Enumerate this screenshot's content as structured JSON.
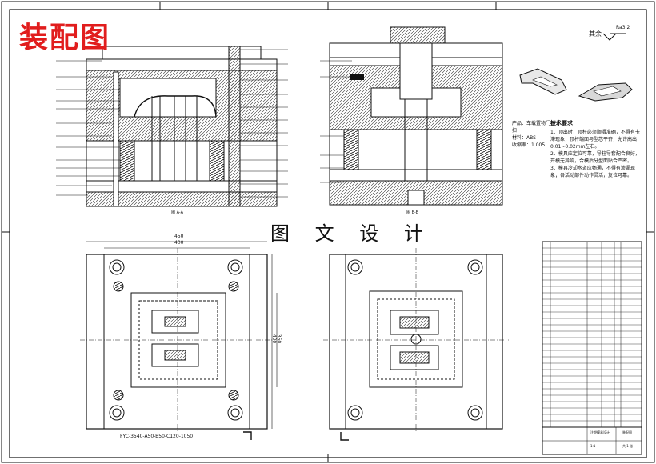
{
  "drawing": {
    "title": "装配图",
    "watermark": "图 文 设 计",
    "roughness_label": "其余",
    "roughness_value": "Ra3.2"
  },
  "spec": {
    "product": "产品：车载置物门板卡扣",
    "material": "材料：ABS",
    "shrinkage": "收缩率：1.005"
  },
  "notes": {
    "heading": "技术要求",
    "items": [
      "1、顶出时，顶杆必须顺滑准确，不得有卡滞现象；顶杆端面与型芯平齐，允许高出0.01~0.02mm左右。",
      "2、模具应定位可靠，导柱导套配合良好，开模无异响，合模后分型面贴合严密。",
      "3、模具冷却水道应畅通，不得有渗漏现象；各活动部件动作灵活，复位可靠。"
    ]
  },
  "dimensions": {
    "top_width": "400",
    "overall_width": "450",
    "height_a": "350",
    "height_b": "400",
    "bottom_note": "FYC-3540-A50-B50-C120-1050"
  },
  "section_labels": {
    "main": "图 A-A",
    "side": "图 B-B"
  },
  "titleblock": {
    "name": "装配图",
    "drawing_no": "注塑模具设计",
    "scale": "1:1",
    "sheet": "共 1 张"
  },
  "colors": {
    "line": "#111111",
    "accent_red": "#e11d1d",
    "hatch": "#333333"
  }
}
